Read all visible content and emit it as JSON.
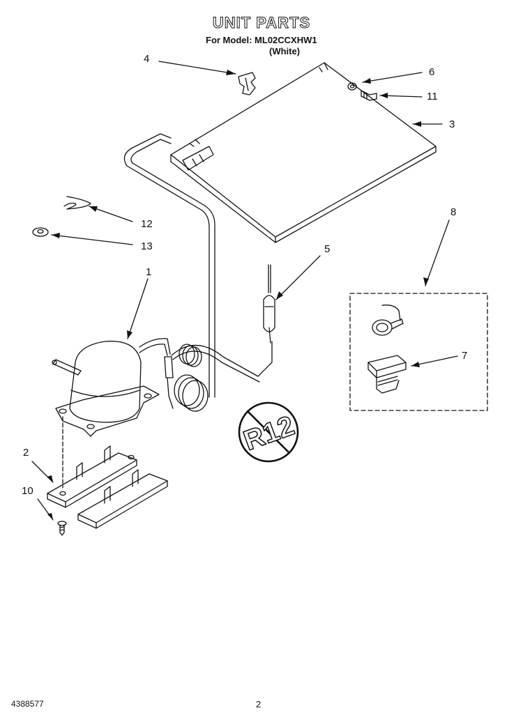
{
  "header": {
    "title": "UNIT PARTS",
    "model_line": "For Model: ML02CCXHW1",
    "variant": "(White)"
  },
  "callouts": [
    "4",
    "6",
    "11",
    "3",
    "12",
    "13",
    "5",
    "8",
    "1",
    "7",
    "2",
    "10"
  ],
  "footer": {
    "part_number": "4388577",
    "page_number": "2"
  }
}
